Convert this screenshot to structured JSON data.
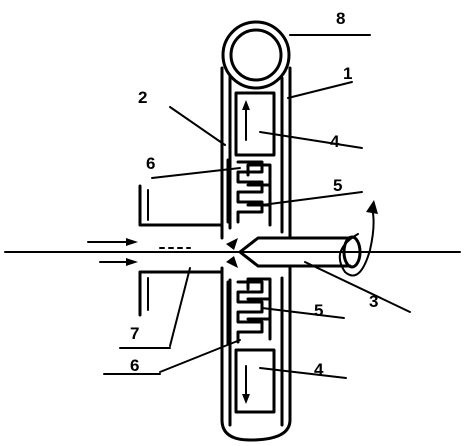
{
  "labels": {
    "l1": "1",
    "l2": "2",
    "l3": "3",
    "l4a": "4",
    "l4b": "4",
    "l5a": "5",
    "l5b": "5",
    "l6a": "6",
    "l6b": "6",
    "l7": "7",
    "l8": "8"
  }
}
